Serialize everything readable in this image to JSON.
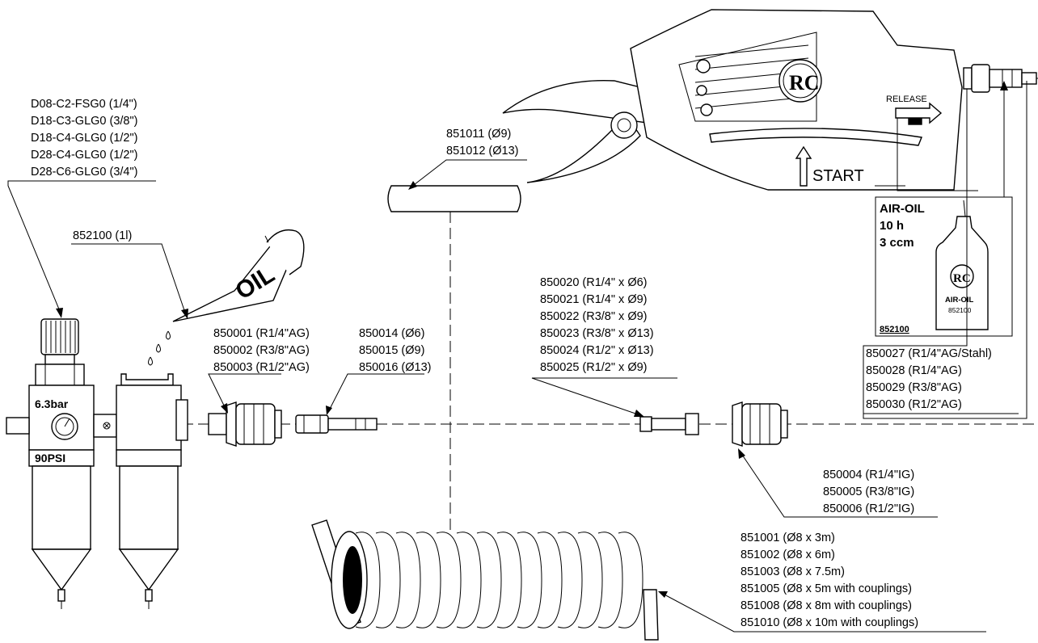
{
  "labels": {
    "regulator_parts": [
      "D08-C2-FSG0 (1/4\")",
      "D18-C3-GLG0 (3/8\")",
      "D18-C4-GLG0 (1/2\")",
      "D28-C4-GLG0 (1/2\")",
      "D28-C6-GLG0 (3/4\")"
    ],
    "oil_can_part": "852100 (1l)",
    "coupling_ag_parts": [
      "850001 (R1/4\"AG)",
      "850002 (R3/8\"AG)",
      "850003 (R1/2\"AG)"
    ],
    "hose_nipple_parts": [
      "850014 (Ø6)",
      "850015 (Ø9)",
      "850016 (Ø13)"
    ],
    "hose_parts": [
      "851011 (Ø9)",
      "851012 (Ø13)"
    ],
    "adapter_parts": [
      "850020 (R1/4\" x Ø6)",
      "850021 (R1/4\" x Ø9)",
      "850022 (R3/8\" x Ø9)",
      "850023 (R3/8\" x Ø13)",
      "850024 (R1/2\" x Ø13)",
      "850025 (R1/2\" x Ø9)"
    ],
    "nipple_ag_parts": [
      "850027 (R1/4\"AG/Stahl)",
      "850028 (R1/4\"AG)",
      "850029 (R3/8\"AG)",
      "850030 (R1/2\"AG)"
    ],
    "coupling_ig_parts": [
      "850004 (R1/4\"IG)",
      "850005 (R3/8\"IG)",
      "850006 (R1/2\"IG)"
    ],
    "spiral_hose_parts": [
      "851001 (Ø8 x 3m)",
      "851002 (Ø8 x 6m)",
      "851003 (Ø8 x 7.5m)",
      "851005 (Ø8 x 5m with couplings)",
      "851008 (Ø8 x 8m with couplings)",
      "851010 (Ø8 x 10m with couplings)"
    ]
  },
  "oil_box": {
    "title": "AIR-OIL",
    "interval": "10 h",
    "amount": "3 ccm",
    "part_no": "852100",
    "bottle_label": "AIR-OIL",
    "bottle_part_no": "852100"
  },
  "regulator": {
    "pressure_bar": "6.3bar",
    "pressure_psi": "90PSI"
  },
  "oil_can_text": "OIL",
  "tool": {
    "release_label": "RELEASE",
    "start_label": "START",
    "logo": "RC"
  }
}
